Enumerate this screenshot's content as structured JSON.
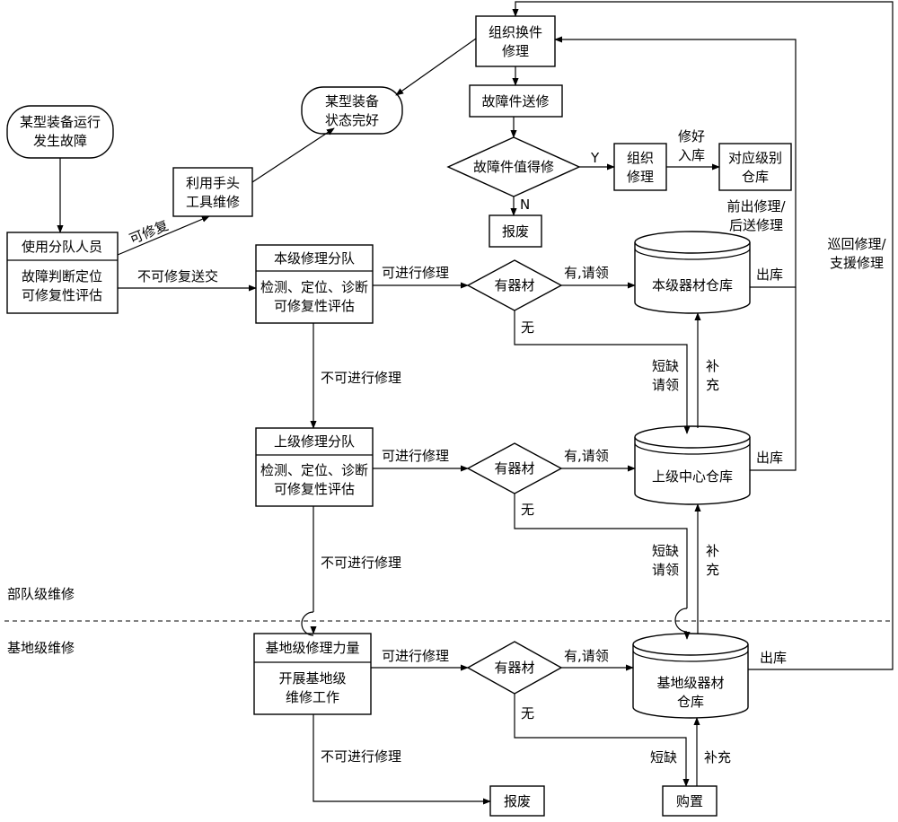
{
  "nodes": {
    "fault_start": [
      "某型装备运行",
      "发生故障"
    ],
    "state_ok": [
      "某型装备",
      "状态完好"
    ],
    "org_swap": [
      "组织换件",
      "修理"
    ],
    "send_repair": [
      "故障件送修"
    ],
    "worth_repair": [
      "故障件值得修"
    ],
    "org_repair": [
      "组织",
      "修理"
    ],
    "level_warehouse": [
      "对应级别",
      "仓库"
    ],
    "scrap_top": [
      "报废"
    ],
    "hand_tool": [
      "利用手头",
      "工具维修"
    ],
    "user_title": [
      "使用分队人员"
    ],
    "user_body": [
      "故障判断定位",
      "可修复性评估"
    ],
    "local_title": [
      "本级修理分队"
    ],
    "local_body": [
      "检测、定位、诊断",
      "可修复性评估"
    ],
    "upper_title": [
      "上级修理分队"
    ],
    "upper_body": [
      "检测、定位、诊断",
      "可修复性评估"
    ],
    "base_title": [
      "基地级修理力量"
    ],
    "base_body": [
      "开展基地级",
      "维修工作"
    ],
    "has_material_1": [
      "有器材"
    ],
    "has_material_2": [
      "有器材"
    ],
    "has_material_3": [
      "有器材"
    ],
    "local_store": [
      "本级器材仓库"
    ],
    "upper_store": [
      "上级中心仓库"
    ],
    "base_store": [
      "基地级器材",
      "仓库"
    ],
    "scrap_bottom": [
      "报废"
    ],
    "purchase": [
      "购置"
    ]
  },
  "edge_labels": {
    "yes": [
      "Y"
    ],
    "no": [
      "N"
    ],
    "fixed_in": [
      "修好",
      "入库"
    ],
    "forward_back": [
      "前出修理/",
      "后送修理"
    ],
    "patrol_support": [
      "巡回修理/",
      "支援修理"
    ],
    "repairable": [
      "可修复"
    ],
    "not_repairable_send": [
      "不可修复送交"
    ],
    "can_repair_1": [
      "可进行修理"
    ],
    "can_repair_2": [
      "可进行修理"
    ],
    "can_repair_3": [
      "可进行修理"
    ],
    "has_claim_1": [
      "有,请领"
    ],
    "has_claim_2": [
      "有,请领"
    ],
    "has_claim_3": [
      "有,请领"
    ],
    "none_1": [
      "无"
    ],
    "none_2": [
      "无"
    ],
    "none_3": [
      "无"
    ],
    "out_1": [
      "出库"
    ],
    "out_2": [
      "出库"
    ],
    "out_3": [
      "出库"
    ],
    "cannot_repair_1": [
      "不可进行修理"
    ],
    "cannot_repair_2": [
      "不可进行修理"
    ],
    "cannot_repair_3": [
      "不可进行修理"
    ],
    "shortage_claim_1": [
      "短缺",
      "请领"
    ],
    "shortage_claim_2": [
      "短缺",
      "请领"
    ],
    "shortage_3": [
      "短缺"
    ],
    "supplement_1": [
      "补",
      "充"
    ],
    "supplement_2": [
      "补",
      "充"
    ],
    "supplement_3": [
      "补充"
    ]
  },
  "zones": {
    "unit_level": [
      "部队级维修"
    ],
    "base_level": [
      "基地级维修"
    ]
  }
}
